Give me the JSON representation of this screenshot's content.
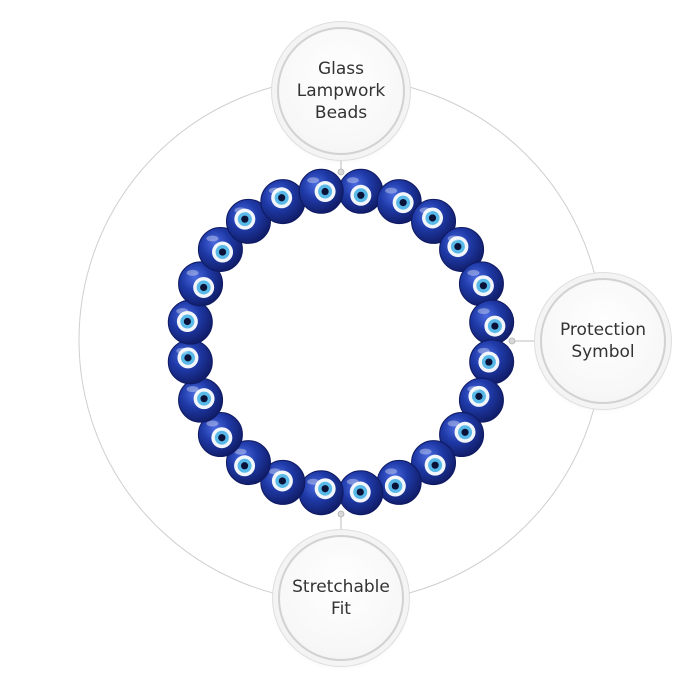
{
  "colors": {
    "bead_dark": "#0f1a63",
    "bead_mid": "#1f3aa8",
    "bead_light": "#4a6ae0",
    "eye_white": "#f2f6fb",
    "eye_iris": "#58b9e8",
    "eye_pupil": "#0b1238",
    "ring_line": "#cfcfcf"
  },
  "callouts": {
    "top": {
      "lines": [
        "Glass",
        "Lampwork",
        "Beads"
      ]
    },
    "right": {
      "lines": [
        "Protection",
        "Symbol"
      ]
    },
    "bottom": {
      "lines": [
        "Stretchable",
        "Fit"
      ]
    }
  },
  "bracelet": {
    "bead_count": 24,
    "icon": "evil-eye-bead"
  }
}
